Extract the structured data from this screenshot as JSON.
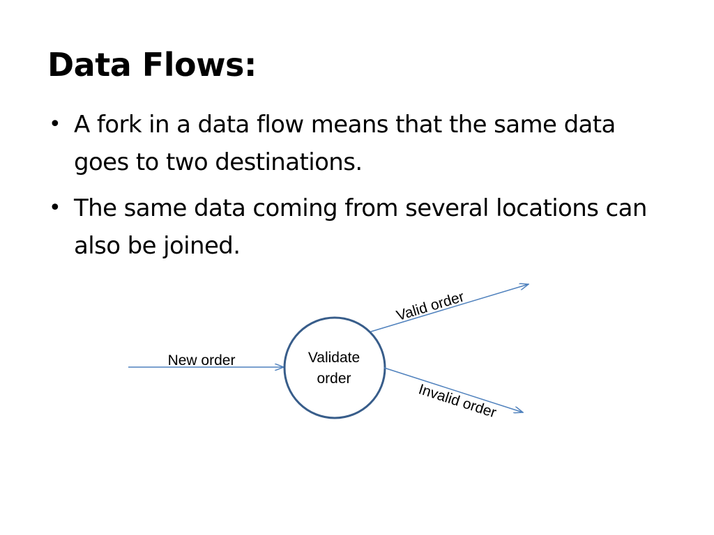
{
  "slide": {
    "title": "Data Flows:",
    "bullets": [
      "A fork in a data flow means that the same data goes to two destinations.",
      "The same data coming from several locations can also be joined."
    ]
  },
  "diagram": {
    "process": {
      "line1": "Validate",
      "line2": "order"
    },
    "flows": {
      "incoming": "New order",
      "out_valid": "Valid order",
      "out_invalid": "Invalid order"
    },
    "colors": {
      "flow_line": "#4f81bd",
      "process_border": "#385d8a"
    }
  }
}
